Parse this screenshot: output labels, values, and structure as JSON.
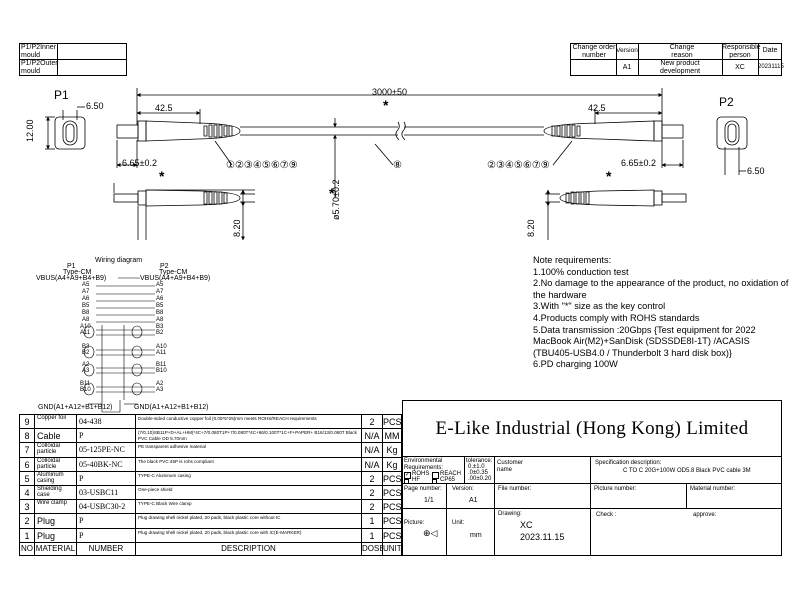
{
  "mould": [
    {
      "label": "P1/P2Inner mould"
    },
    {
      "label": "P1/P2Outer mould"
    }
  ],
  "revision": {
    "headers": [
      "Change order number",
      "Version",
      "Change reason",
      "Responsible person",
      "Date"
    ],
    "row": [
      "",
      "A1",
      "New product development",
      "XC",
      "20231115"
    ]
  },
  "drawing": {
    "p1": "P1",
    "p2": "P2",
    "length": "3000±50",
    "star": "*",
    "overmold_left": "42.5",
    "overmold_right": "42.5",
    "height": "12.00",
    "width_left": "6.50",
    "width_right": "6.50",
    "tip_left": "6.65±0.2",
    "tip_right": "6.65±0.2",
    "dia": "ø5.70±0.2",
    "thick_left": "8.20",
    "thick_right": "8.20",
    "callout_left": "①②③④⑤⑥⑦⑨",
    "callout_right": "②③④⑤⑥⑦⑨",
    "callout_mid": "⑧"
  },
  "wiring": {
    "title": "Wiring diagram",
    "p1": "P1",
    "p2": "P2",
    "type_left": "Type-CM",
    "type_right": "Type-CM",
    "vbus_left": "VBUS(A4+A9+B4+B9)",
    "vbus_right": "VBUS(A4+A9+B4+B9)",
    "straight": [
      [
        "A5",
        "A5"
      ],
      [
        "A7",
        "A7"
      ],
      [
        "A6",
        "A6"
      ],
      [
        "B5",
        "B5"
      ],
      [
        "B8",
        "B8"
      ],
      [
        "A8",
        "A8"
      ]
    ],
    "pairs": [
      [
        [
          "A10",
          "B3"
        ],
        [
          "A11",
          "B2"
        ]
      ],
      [
        [
          "B3",
          "A10"
        ],
        [
          "B2",
          "A11"
        ]
      ],
      [
        [
          "A2",
          "B11"
        ],
        [
          "A3",
          "B10"
        ]
      ],
      [
        [
          "B11",
          "A2"
        ],
        [
          "B10",
          "A3"
        ]
      ]
    ],
    "gnd_left": "GND(A1+A12+B1+B12)",
    "gnd_right": "GND(A1+A12+B1+B12)"
  },
  "notes": [
    "Note requirements:",
    "1.100% conduction test",
    "2.No damage to the appearance of the product, no oxidation of",
    "the hardware",
    "3.With \"*\" size as the key control",
    "4.Products comply with ROHS standards",
    "5.Data transmission :20Gbps   {Test equipment for 2022",
    "MacBook Air(M2)+SanDisk (SDSSDE8I-1T) /ACASIS",
    "(TBU405-USB4.0 / Thunderbolt 3 hard disk box)}",
    "6.PD charging 100W"
  ],
  "bom": {
    "rows": [
      {
        "no": "9",
        "material": "Copper foil",
        "number": "04-438",
        "desc": "Double-sided conductive copper foil (0.05*5*25)mm meets ROHS/REACH requirements",
        "dose": "2",
        "unit": "PCS"
      },
      {
        "no": "8",
        "material": "Cable",
        "number": "P",
        "desc": "(7/0.10)SB11P+D+AL+HM(*4C+7/0.080T1P+7/0.080T*4C+66/0.100T*1C+F+PAPER+ B16/13/0.080T  Black PVC Cable  OD 5.70mm",
        "dose": "N/A",
        "unit": "MM"
      },
      {
        "no": "7",
        "material": "Colloidal particle",
        "number": "05-125PE-NC",
        "desc": "PE transparent adhesive material",
        "dose": "N/A",
        "unit": "Kg"
      },
      {
        "no": "6",
        "material": "Colloidal particle",
        "number": "05-40BK-NC",
        "desc": "The black PVC 45P is rohs compliant",
        "dose": "N/A",
        "unit": "Kg"
      },
      {
        "no": "5",
        "material": "Aluminum casing",
        "number": "P",
        "desc": "TYPE-C Aluminum casing",
        "dose": "2",
        "unit": "PCS"
      },
      {
        "no": "4",
        "material": "Shielding case",
        "number": "03-USBC11",
        "desc": "One-piece shield",
        "dose": "2",
        "unit": "PCS"
      },
      {
        "no": "3",
        "material": "Wire clamp",
        "number": "04-USBC30-2",
        "desc": "TYPE-C Black  Wire clamp",
        "dose": "2",
        "unit": "PCS"
      },
      {
        "no": "2",
        "material": "Plug",
        "number": "P",
        "desc": "Plug drawing shell nickel plated, 20 pads, black plastic core without IC",
        "dose": "1",
        "unit": "PCS"
      },
      {
        "no": "1",
        "material": "Plug",
        "number": "P",
        "desc": "Plug drawing shell nickel plated, 20 pads, black plastic core with IC(E-MARKER)",
        "dose": "1",
        "unit": "PCS"
      }
    ],
    "headers": {
      "no": "NO",
      "material": "MATERIAL",
      "number": "NUMBER",
      "desc": "DESCRIPTION",
      "dose": "DOSE",
      "unit": "UNIT"
    }
  },
  "title_block": {
    "company": "E-Like Industrial (Hong Kong) Limited",
    "env_label": "Environmental Requirements:",
    "rohs": "ROHS",
    "reach": "REACH",
    "hf": "HF",
    "cp65": "CP65",
    "tolerance_label": "tolerance:",
    "tol1": "0.±1.0",
    "tol2": ".0±0.35",
    "tol3": ".00±0.20",
    "customer_label": "Customer name",
    "spec_label": "Specification description:",
    "spec_value": "C TO C 20G+100W  OD5.8 Black PVC cable 3M",
    "page_label": "Page number:",
    "page_value": "1/1",
    "version_label": "Version:",
    "version_value": "A1",
    "file_label": "File number:",
    "picture_number_label": "Picture number:",
    "material_number_label": "Material number:",
    "picture_label": "Picture:",
    "unit_label": "Unit:",
    "unit_value": "mm",
    "drawing_label": "Drawing:",
    "drawing_value": "XC",
    "date_value": "2023.11.15",
    "check_label": "Check :",
    "approve_label": "approve:"
  }
}
